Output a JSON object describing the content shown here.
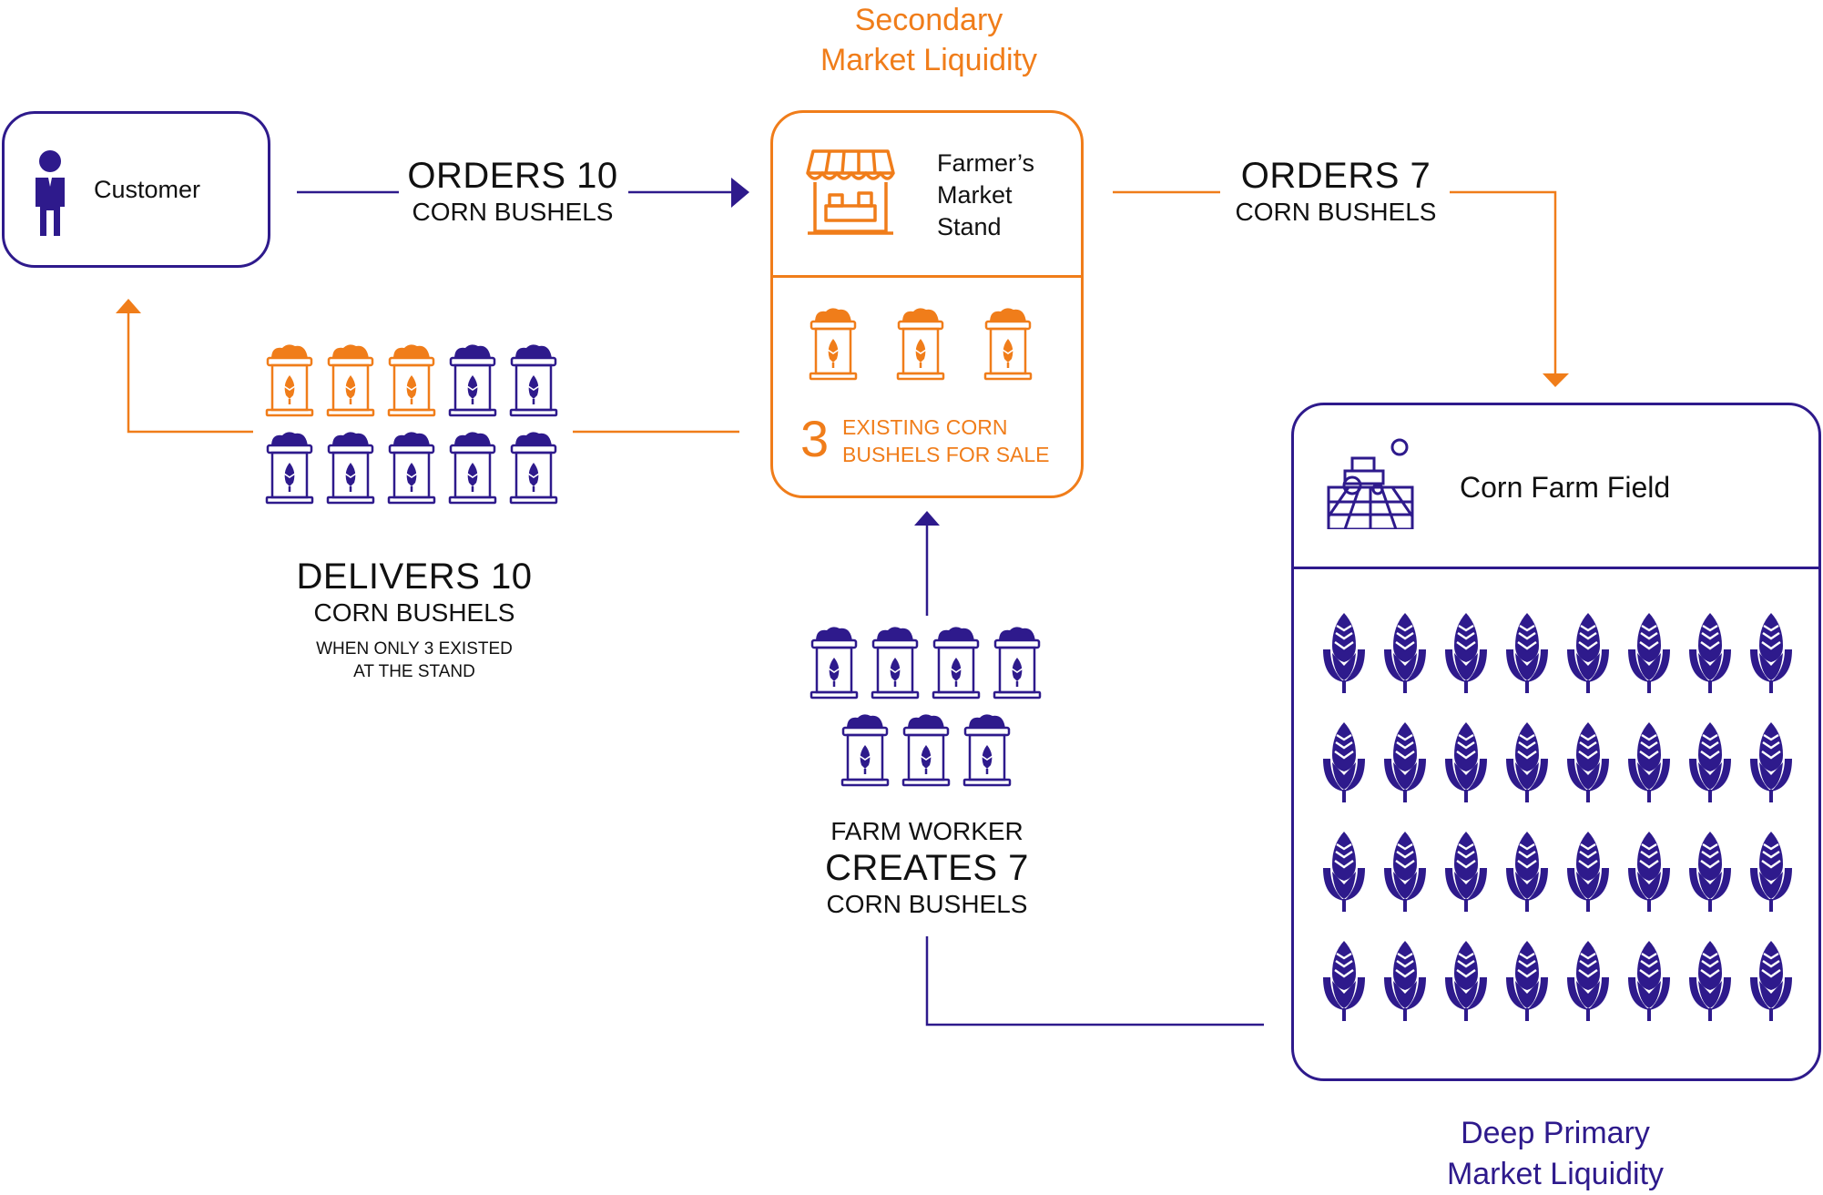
{
  "colors": {
    "orange": "#f07d1a",
    "purple": "#2e1a8c",
    "text": "#111111"
  },
  "secondary_label": {
    "line1": "Secondary",
    "line2": "Market Liquidity"
  },
  "primary_label": {
    "line1": "Deep Primary",
    "line2": "Market Liquidity"
  },
  "customer": {
    "label": "Customer",
    "icon": "person-icon"
  },
  "stand": {
    "title_line1": "Farmer’s",
    "title_line2": "Market",
    "title_line3": "Stand",
    "icon": "market-stand-icon",
    "stock_number": "3",
    "stock_line1": "EXISTING CORN",
    "stock_line2": "BUSHELS FOR SALE",
    "stock_count": 3
  },
  "farm": {
    "title": "Corn Farm Field",
    "icon": "tractor-field-icon",
    "rows": 4,
    "cols": 8
  },
  "order_customer": {
    "headline": "ORDERS 10",
    "sub": "CORN BUSHELS"
  },
  "order_stand": {
    "headline": "ORDERS 7",
    "sub": "CORN BUSHELS"
  },
  "delivery": {
    "headline": "DELIVERS 10",
    "sub": "CORN BUSHELS",
    "note_line1": "WHEN ONLY 3 EXISTED",
    "note_line2": "AT THE STAND",
    "orange_count": 3,
    "purple_count": 7
  },
  "worker": {
    "line1": "FARM WORKER",
    "headline": "CREATES 7",
    "sub": "CORN BUSHELS",
    "count": 7
  }
}
